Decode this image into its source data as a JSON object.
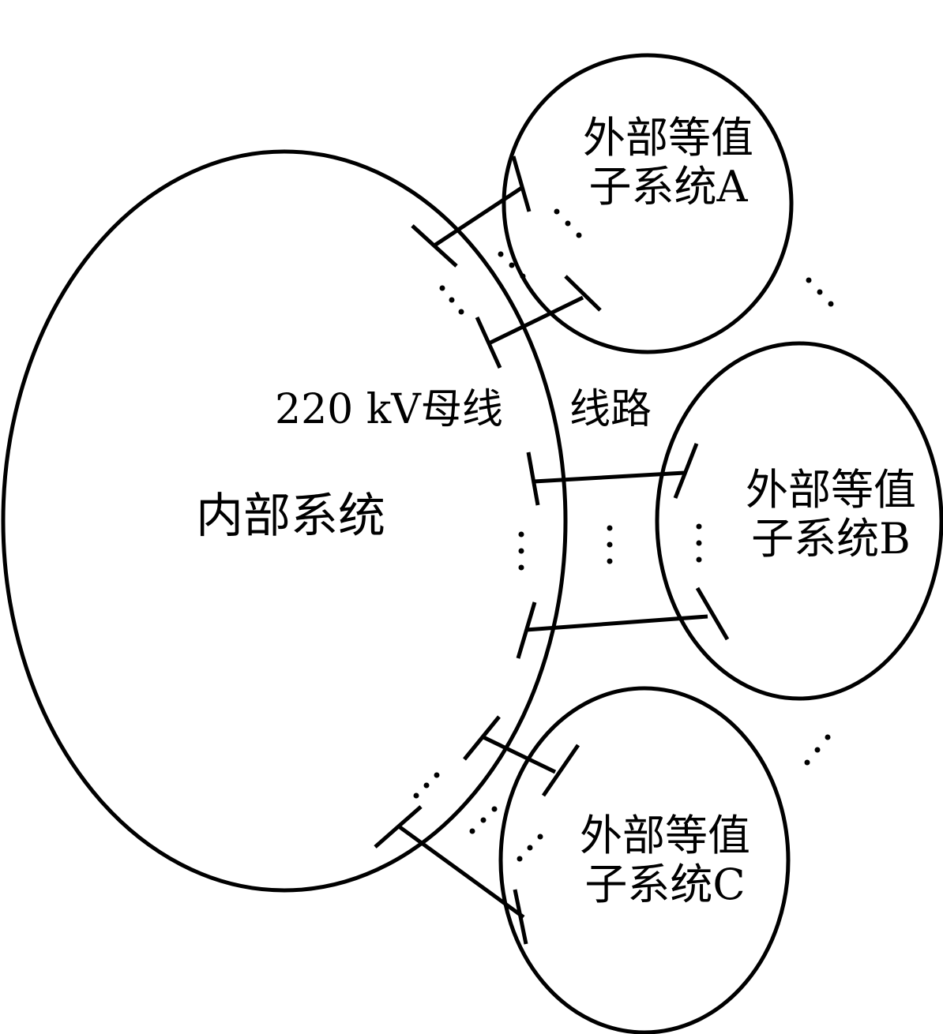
{
  "labels": {
    "internal_system": "内部系统",
    "bus_220kv": "220 kV母线",
    "line": "线路",
    "subsystem_a_line1": "外部等值",
    "subsystem_a_line2": "子系统A",
    "subsystem_b_line1": "外部等值",
    "subsystem_b_line2": "子系统B",
    "subsystem_c_line1": "外部等值",
    "subsystem_c_line2": "子系统C"
  },
  "colors": {
    "stroke": "#000000",
    "background": "#ffffff"
  }
}
